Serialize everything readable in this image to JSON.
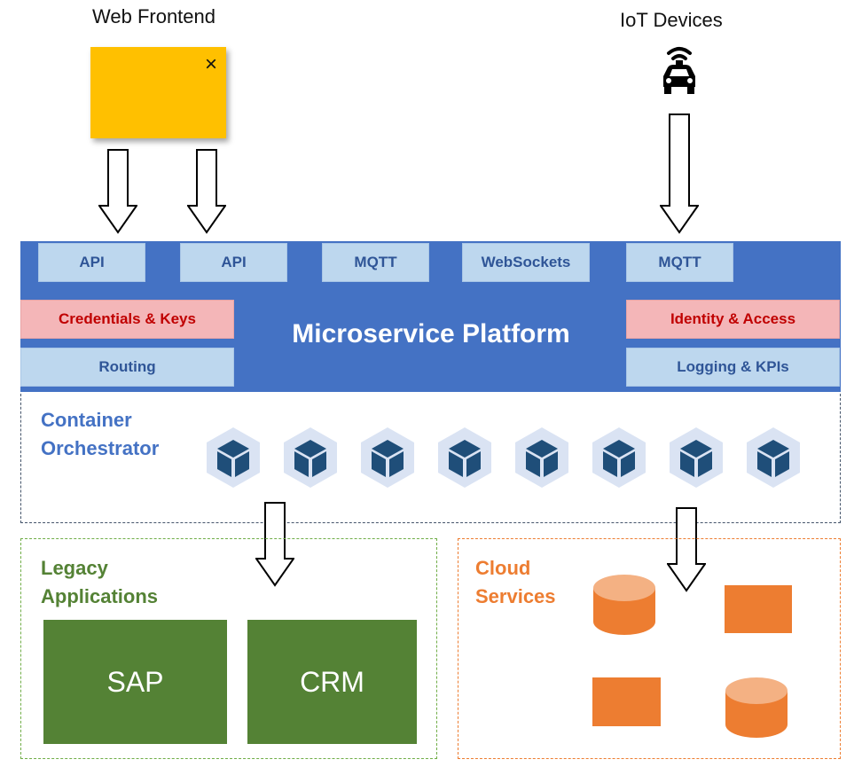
{
  "clients": {
    "web_frontend_label": "Web Frontend",
    "web_frontend_close_glyph": "×",
    "iot_devices_label": "IoT Devices",
    "web_frontend_color": "#FFC000"
  },
  "platform": {
    "title": "Microservice Platform",
    "color": "#4472C4",
    "endpoints": [
      "API",
      "API",
      "MQTT",
      "WebSockets",
      "MQTT"
    ],
    "credentials_label": "Credentials & Keys",
    "routing_label": "Routing",
    "identity_label": "Identity & Access",
    "logging_label": "Logging & KPIs"
  },
  "orchestrator": {
    "title_line1": "Container",
    "title_line2": "Orchestrator",
    "container_count": 8,
    "container_icon": "cube-icon"
  },
  "legacy": {
    "title_line1": "Legacy",
    "title_line2": "Applications",
    "apps": [
      "SAP",
      "CRM"
    ],
    "color": "#548235"
  },
  "cloud": {
    "title_line1": "Cloud",
    "title_line2": "Services",
    "color": "#ED7D31"
  }
}
